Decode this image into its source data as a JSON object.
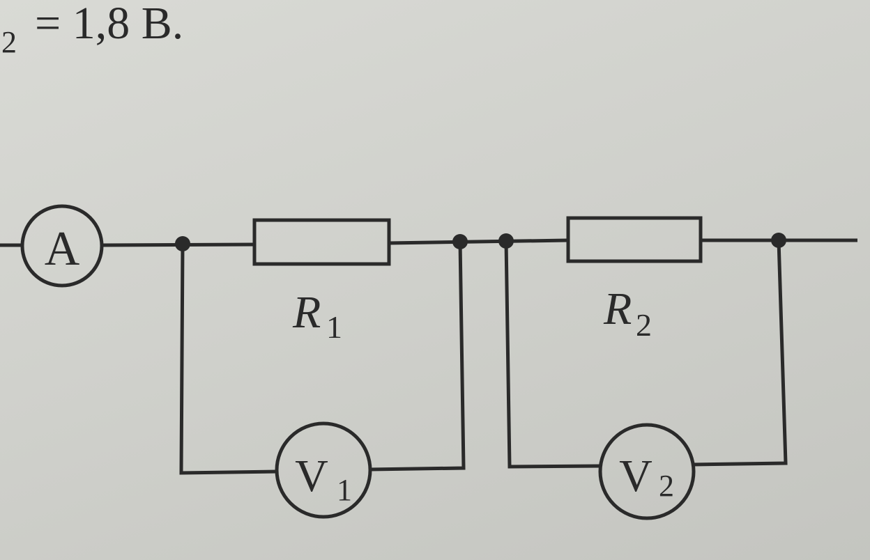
{
  "header_text": {
    "subscript": "2",
    "rest": "= 1,8 В."
  },
  "ammeter": {
    "label": "A"
  },
  "resistors": [
    {
      "label": "R",
      "sub": "1"
    },
    {
      "label": "R",
      "sub": "2"
    }
  ],
  "voltmeters": [
    {
      "label": "V",
      "sub": "1"
    },
    {
      "label": "V",
      "sub": "2"
    }
  ]
}
